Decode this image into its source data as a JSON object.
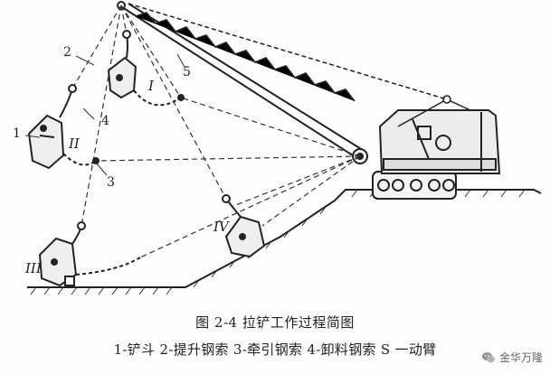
{
  "figure": {
    "title": "图 2-4  拉铲工作过程简图",
    "legend": "1-铲斗 2-提升钢索 3-牵引钢索 4-卸料钢索 S 一动臂"
  },
  "diagram_labels": {
    "n1": "1",
    "n2": "2",
    "n3": "3",
    "n4": "4",
    "n5": "5",
    "pos_I": "I",
    "pos_II": "II",
    "pos_III": "III",
    "pos_IV": "IV"
  },
  "watermark": {
    "text": "金华万隆",
    "icon": "wechat-bubble-icon"
  }
}
